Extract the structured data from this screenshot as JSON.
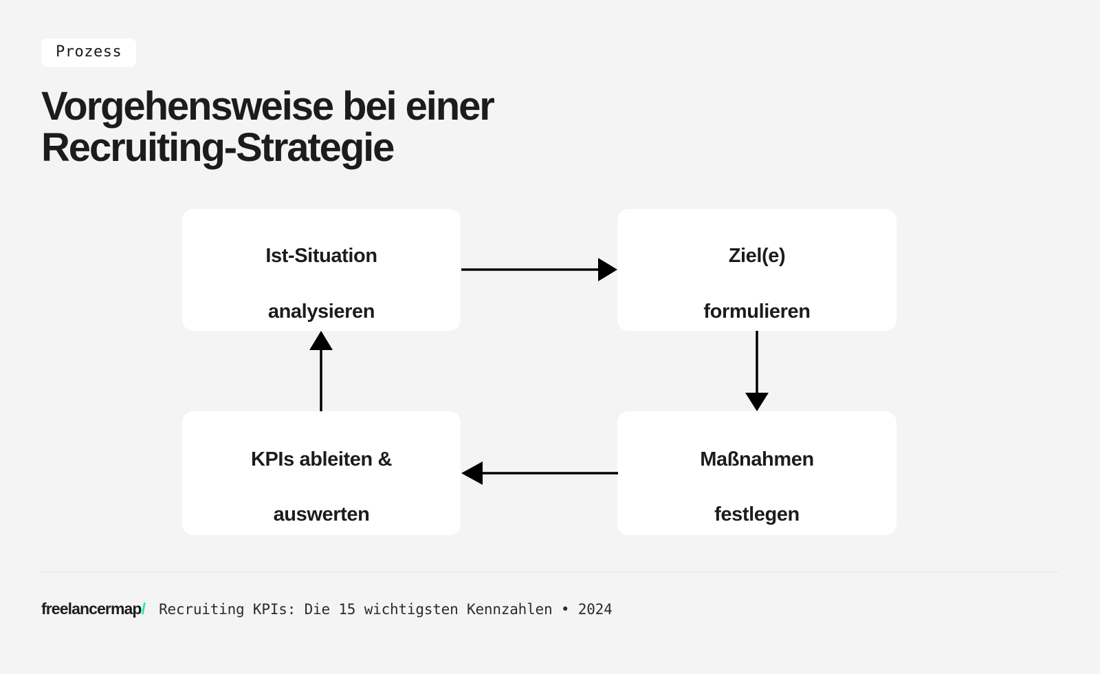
{
  "background_color": "#F4F4F4",
  "card_color": "#FFFFFF",
  "accent_color": "#0FF0B3",
  "text_color": "#1C1C1C",
  "header": {
    "badge": "Prozess",
    "title_line_1": "Vorgehensweise bei einer",
    "title_line_2": "Recruiting-Strategie"
  },
  "diagram": {
    "type": "cycle-flowchart",
    "nodes": [
      {
        "id": "ist-situation",
        "line_1": "Ist-Situation",
        "line_2": "analysieren"
      },
      {
        "id": "ziele",
        "line_1": "Ziel(e)",
        "line_2": "formulieren"
      },
      {
        "id": "kpis",
        "line_1": "KPIs ableiten &",
        "line_2": "auswerten"
      },
      {
        "id": "massnahmen",
        "line_1": "Maßnahmen",
        "line_2": "festlegen"
      }
    ],
    "edges": [
      {
        "from": "ist-situation",
        "to": "ziele",
        "direction": "right"
      },
      {
        "from": "ziele",
        "to": "massnahmen",
        "direction": "down"
      },
      {
        "from": "massnahmen",
        "to": "kpis",
        "direction": "left"
      },
      {
        "from": "kpis",
        "to": "ist-situation",
        "direction": "up"
      }
    ]
  },
  "footer": {
    "logo_name": "freelancermap",
    "logo_slash": "/",
    "caption": "Recruiting KPIs: Die 15 wichtigsten Kennzahlen • 2024"
  }
}
